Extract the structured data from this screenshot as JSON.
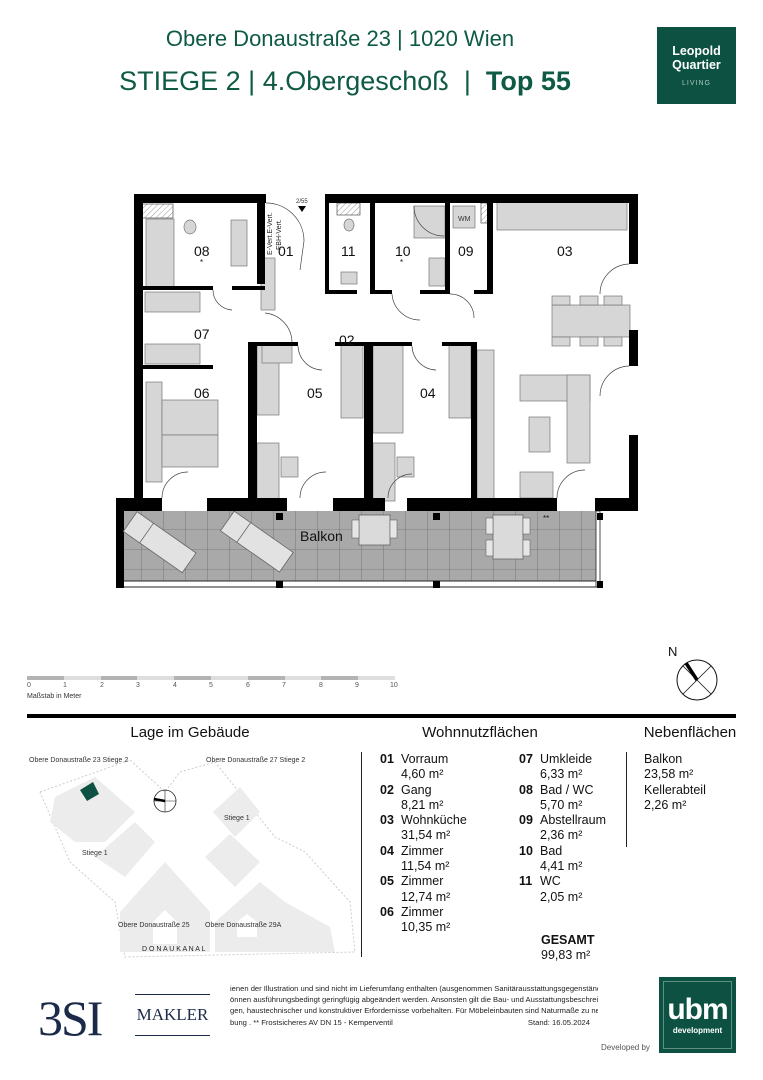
{
  "header": {
    "address": "Obere Donaustraße 23 | 1020 Wien",
    "stiege": "STIEGE 2",
    "sep1": " | ",
    "floor": "4.Obergeschoß",
    "sep2": "  |  ",
    "top": "Top 55"
  },
  "brand_logo": {
    "line1": "Leopold",
    "line2": "Quartier",
    "line3": "LIVING",
    "color": "#0c5141"
  },
  "floorplan": {
    "rooms": [
      {
        "id": "01",
        "label": "01"
      },
      {
        "id": "02",
        "label": "02"
      },
      {
        "id": "03",
        "label": "03"
      },
      {
        "id": "04",
        "label": "04"
      },
      {
        "id": "05",
        "label": "05"
      },
      {
        "id": "06",
        "label": "06"
      },
      {
        "id": "07",
        "label": "07"
      },
      {
        "id": "08",
        "label": "08"
      },
      {
        "id": "09",
        "label": "09"
      },
      {
        "id": "10",
        "label": "10"
      },
      {
        "id": "11",
        "label": "11"
      }
    ],
    "balcony_label": "Balkon",
    "entrance_label": "2/55",
    "shaft_labels": [
      "E-Vert.",
      "E-Vert.",
      "FBH-Vert."
    ],
    "washer_label": "WM",
    "frost_mark": "**",
    "star_mark": "*"
  },
  "scale": {
    "ticks": [
      "0",
      "1",
      "2",
      "3",
      "4",
      "5",
      "6",
      "7",
      "8",
      "9",
      "10"
    ],
    "caption": "Maßstab in Meter"
  },
  "compass": {
    "label": "N"
  },
  "location": {
    "title": "Lage im Gebäude",
    "labels": {
      "od23": "Obere Donaustraße 23 Stiege 2",
      "od27": "Obere Donaustraße 27 Stiege 2",
      "stiege1_right": "Stiege 1",
      "stiege1_left": "Stiege 1",
      "od25": "Obere Donaustraße 25",
      "od29a": "Obere Donaustraße 29A",
      "canal": "D O N A U K A N A L"
    },
    "highlight_color": "#0c5141"
  },
  "wohnnutzflaechen": {
    "title": "Wohnnutzflächen",
    "col1": [
      {
        "num": "01",
        "name": "Vorraum",
        "area": "4,60 m²"
      },
      {
        "num": "02",
        "name": "Gang",
        "area": "8,21 m²"
      },
      {
        "num": "03",
        "name": "Wohnküche",
        "area": "31,54 m²"
      },
      {
        "num": "04",
        "name": "Zimmer",
        "area": "11,54 m²"
      },
      {
        "num": "05",
        "name": "Zimmer",
        "area": "12,74 m²"
      },
      {
        "num": "06",
        "name": "Zimmer",
        "area": "10,35 m²"
      }
    ],
    "col2": [
      {
        "num": "07",
        "name": "Umkleide",
        "area": "6,33 m²"
      },
      {
        "num": "08",
        "name": "Bad / WC",
        "area": "5,70 m²"
      },
      {
        "num": "09",
        "name": "Abstellraum",
        "area": "2,36 m²"
      },
      {
        "num": "10",
        "name": "Bad",
        "area": "4,41 m²"
      },
      {
        "num": "11",
        "name": "WC",
        "area": "2,05 m²"
      }
    ],
    "total_label": "GESAMT",
    "total_area": "99,83 m²"
  },
  "nebenflaechen": {
    "title": "Nebenflächen",
    "items": [
      {
        "name": "Balkon",
        "area": "23,58 m²"
      },
      {
        "name": "Kellerabteil",
        "area": "2,26 m²"
      }
    ]
  },
  "footer": {
    "brand_3si": "3SI",
    "brand_makler": "MAKLER",
    "disclaimer_lines": [
      "ienen der Illustration und sind nicht im Lieferumfang enthalten (ausgenommen Sanitärausstattungsgegenstände).",
      "önnen ausführungsbedingt geringfügig abgeändert werden. Ansonsten gilt die Bau- und Ausstattungsbeschreibung.",
      "gen, haustechnischer und konstruktiver Erfordernisse vorbehalten. Für Möbeleinbauten sind Naturmaße zu nehmen.",
      "bung . ** Frostsicheres AV DN 15 - Kemperventil"
    ],
    "stand": "Stand: 16.05.2024",
    "developed_by": "Developed by",
    "ubm_logo": "ubm",
    "ubm_sub": "development",
    "ubm_color": "#0c5141"
  }
}
